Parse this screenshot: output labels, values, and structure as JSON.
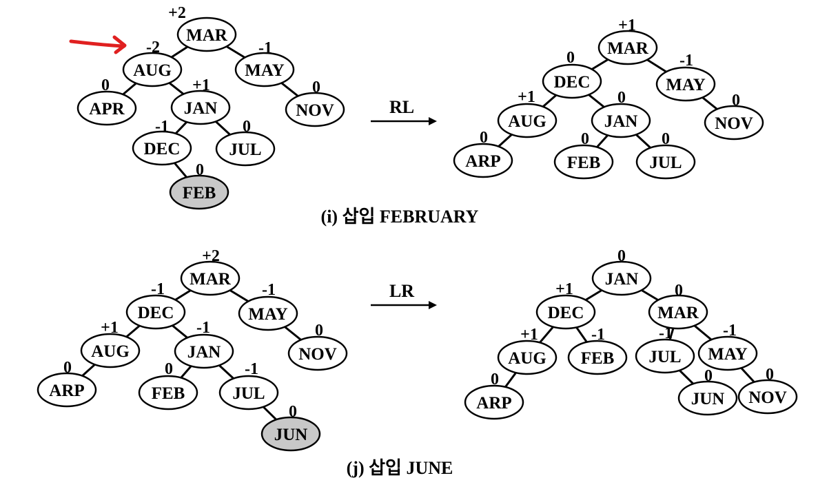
{
  "colors": {
    "ink": "#000000",
    "inserted_fill": "#c8c8c8",
    "marker": "#e02020"
  },
  "panel_i": {
    "caption": "(i) 삽입 FEBRUARY",
    "operation": "RL",
    "before": {
      "nodes": [
        {
          "id": "mar",
          "label": "MAR",
          "bf": "+2"
        },
        {
          "id": "aug",
          "label": "AUG",
          "bf": "-2"
        },
        {
          "id": "may",
          "label": "MAY",
          "bf": "-1"
        },
        {
          "id": "apr",
          "label": "APR",
          "bf": "0"
        },
        {
          "id": "jan",
          "label": "JAN",
          "bf": "+1"
        },
        {
          "id": "nov",
          "label": "NOV",
          "bf": "0"
        },
        {
          "id": "dec",
          "label": "DEC",
          "bf": "-1"
        },
        {
          "id": "jul",
          "label": "JUL",
          "bf": "0"
        },
        {
          "id": "feb",
          "label": "FEB",
          "bf": "0",
          "inserted": true
        }
      ],
      "edges": [
        [
          "mar",
          "aug"
        ],
        [
          "mar",
          "may"
        ],
        [
          "aug",
          "apr"
        ],
        [
          "aug",
          "jan"
        ],
        [
          "may",
          "nov"
        ],
        [
          "jan",
          "dec"
        ],
        [
          "jan",
          "jul"
        ],
        [
          "dec",
          "feb"
        ]
      ]
    },
    "after": {
      "nodes": [
        {
          "id": "mar",
          "label": "MAR",
          "bf": "+1"
        },
        {
          "id": "dec",
          "label": "DEC",
          "bf": "0"
        },
        {
          "id": "may",
          "label": "MAY",
          "bf": "-1"
        },
        {
          "id": "aug",
          "label": "AUG",
          "bf": "+1"
        },
        {
          "id": "jan",
          "label": "JAN",
          "bf": "0"
        },
        {
          "id": "nov",
          "label": "NOV",
          "bf": "0"
        },
        {
          "id": "arp",
          "label": "ARP",
          "bf": "0"
        },
        {
          "id": "feb",
          "label": "FEB",
          "bf": "0"
        },
        {
          "id": "jul",
          "label": "JUL",
          "bf": "0"
        }
      ],
      "edges": [
        [
          "mar",
          "dec"
        ],
        [
          "mar",
          "may"
        ],
        [
          "dec",
          "aug"
        ],
        [
          "dec",
          "jan"
        ],
        [
          "may",
          "nov"
        ],
        [
          "aug",
          "arp"
        ],
        [
          "jan",
          "feb"
        ],
        [
          "jan",
          "jul"
        ]
      ]
    }
  },
  "panel_j": {
    "caption": "(j) 삽입 JUNE",
    "operation": "LR",
    "before": {
      "nodes": [
        {
          "id": "mar",
          "label": "MAR",
          "bf": "+2"
        },
        {
          "id": "dec",
          "label": "DEC",
          "bf": "-1"
        },
        {
          "id": "may",
          "label": "MAY",
          "bf": "-1"
        },
        {
          "id": "aug",
          "label": "AUG",
          "bf": "+1"
        },
        {
          "id": "jan",
          "label": "JAN",
          "bf": "-1"
        },
        {
          "id": "nov",
          "label": "NOV",
          "bf": "0"
        },
        {
          "id": "arp",
          "label": "ARP",
          "bf": "0"
        },
        {
          "id": "feb",
          "label": "FEB",
          "bf": "0"
        },
        {
          "id": "jul",
          "label": "JUL",
          "bf": "-1"
        },
        {
          "id": "jun",
          "label": "JUN",
          "bf": "0",
          "inserted": true
        }
      ],
      "edges": [
        [
          "mar",
          "dec"
        ],
        [
          "mar",
          "may"
        ],
        [
          "dec",
          "aug"
        ],
        [
          "dec",
          "jan"
        ],
        [
          "may",
          "nov"
        ],
        [
          "aug",
          "arp"
        ],
        [
          "jan",
          "feb"
        ],
        [
          "jan",
          "jul"
        ],
        [
          "jul",
          "jun"
        ]
      ]
    },
    "after": {
      "nodes": [
        {
          "id": "jan",
          "label": "JAN",
          "bf": "0"
        },
        {
          "id": "dec",
          "label": "DEC",
          "bf": "+1"
        },
        {
          "id": "mar",
          "label": "MAR",
          "bf": "0"
        },
        {
          "id": "aug",
          "label": "AUG",
          "bf": "+1"
        },
        {
          "id": "feb",
          "label": "FEB",
          "bf": "-1"
        },
        {
          "id": "jul",
          "label": "JUL",
          "bf": "-1"
        },
        {
          "id": "may",
          "label": "MAY",
          "bf": "-1"
        },
        {
          "id": "arp",
          "label": "ARP",
          "bf": "0"
        },
        {
          "id": "jun",
          "label": "JUN",
          "bf": "0"
        },
        {
          "id": "nov",
          "label": "NOV",
          "bf": "0"
        }
      ],
      "edges": [
        [
          "jan",
          "dec"
        ],
        [
          "jan",
          "mar"
        ],
        [
          "dec",
          "aug"
        ],
        [
          "dec",
          "feb"
        ],
        [
          "mar",
          "jul"
        ],
        [
          "mar",
          "may"
        ],
        [
          "aug",
          "arp"
        ],
        [
          "jul",
          "jun"
        ],
        [
          "may",
          "nov"
        ]
      ]
    }
  }
}
